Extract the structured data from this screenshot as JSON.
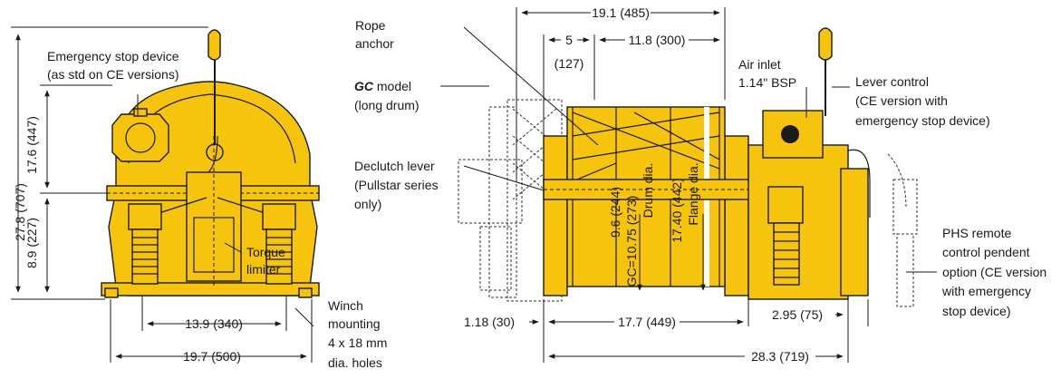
{
  "colors": {
    "yellow": "#f6c40e",
    "line": "#1a1a1a"
  },
  "front": {
    "emergency_line1": "Emergency stop device",
    "emergency_line2": "(as std on CE versions)",
    "dim_total_height": "27.8 (707)",
    "dim_height_top": "17.6 (447)",
    "dim_height_mid": "8.9 (227)",
    "torque_line1": "Torque",
    "torque_line2": "limiter",
    "mount_line1": "Winch",
    "mount_line2": "mounting",
    "mount_line3": "4 x 18 mm",
    "mount_line4": "dia. holes",
    "dim_width_inner": "13.9 (340)",
    "dim_width_outer": "19.7 (500)"
  },
  "side": {
    "rope_line1": "Rope",
    "rope_line2": "anchor",
    "gc_italic": "GC",
    "gc_rest": "model",
    "gc_line2": "(long drum)",
    "declutch_line1": "Declutch lever",
    "declutch_line2": "(Pullstar series",
    "declutch_line3": "only)",
    "dim_top_total": "19.1 (485)",
    "dim_five": "5",
    "dim_five_mm": "(127)",
    "dim_drum_len": "11.8 (300)",
    "air_line1": "Air inlet",
    "air_line2": "1.14\" BSP",
    "lever_line1": "Lever control",
    "lever_line2": "(CE version with",
    "lever_line3": "emergency stop device)",
    "v_drum_a": "9.6 (244)",
    "v_drum_b": "GC=10.75 (273)",
    "v_drum_c": "Drum dia.",
    "v_flange_a": "17.40 (442)",
    "v_flange_b": "Flange dia.",
    "phs_line1": "PHS remote",
    "phs_line2": "control pendent",
    "phs_line3": "option (CE version",
    "phs_line4": "with emergency",
    "phs_line5": "stop device)",
    "dim_left_small": "1.18 (30)",
    "dim_mid_base": "17.7 (449)",
    "dim_right_small": "2.95 (75)",
    "dim_overall": "28.3 (719)"
  }
}
